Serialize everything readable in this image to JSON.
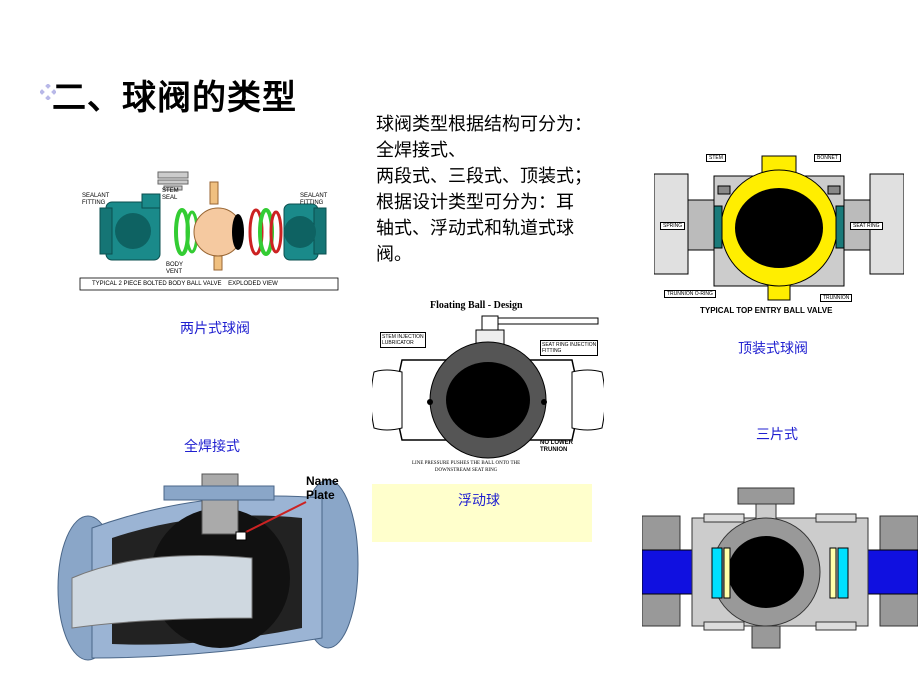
{
  "slide": {
    "title": "二、球阀的类型",
    "description_lines": [
      "球阀类型根据结构可分为：",
      "全焊接式、",
      "两段式、三段式、顶装式；",
      "根据设计类型可分为：耳",
      "轴式、浮动式和轨道式球",
      "阀。"
    ]
  },
  "figures": {
    "two_piece": {
      "caption": "两片式球阀",
      "labels": {
        "sealant_left": "SEALANT\nFITTING",
        "stem_seal": "STEM\nSEAL",
        "sealant_right": "SEALANT\nFITTING",
        "body_vent": "BODY\nVENT",
        "bottom": "TYPICAL 2 PIECE BOLTED BODY BALL VALVE    EXPLODED VIEW"
      }
    },
    "floating": {
      "caption": "浮动球",
      "title": "Floating Ball - Design",
      "labels": {
        "stem_injection": "STEM INJECTION\nLUBRICATOR",
        "seat_ring": "SEAT RING INJECTION\nFITTING",
        "no_lower": "NO LOWER\nTRUNION",
        "line_pressure": "LINE PRESSURE PUSHES THE BALL ONTO THE\nDOWNSTREAM SEAT RING"
      }
    },
    "top_entry": {
      "caption": "顶装式球阀",
      "labels": {
        "stem": "STEM",
        "bonnet": "BONNET",
        "spring": "SPRING",
        "seat_ring": "SEAT RING",
        "trunnion_oring": "TRUNNION O-RING",
        "trunnion": "TRUNNION",
        "bottom": "TYPICAL TOP ENTRY BALL VALVE"
      }
    },
    "fully_welded": {
      "caption": "全焊接式",
      "labels": {
        "name_plate": "Name\nPlate"
      }
    },
    "three_piece": {
      "caption": "三片式"
    }
  },
  "colors": {
    "caption_blue": "#1f1fd0",
    "valve_teal": "#1a8a8a",
    "valve_yellow": "#ffee00",
    "valve_blue": "#1010e0",
    "valve_steel": "#8aa6c8",
    "yellow_box": "#ffffcc"
  }
}
